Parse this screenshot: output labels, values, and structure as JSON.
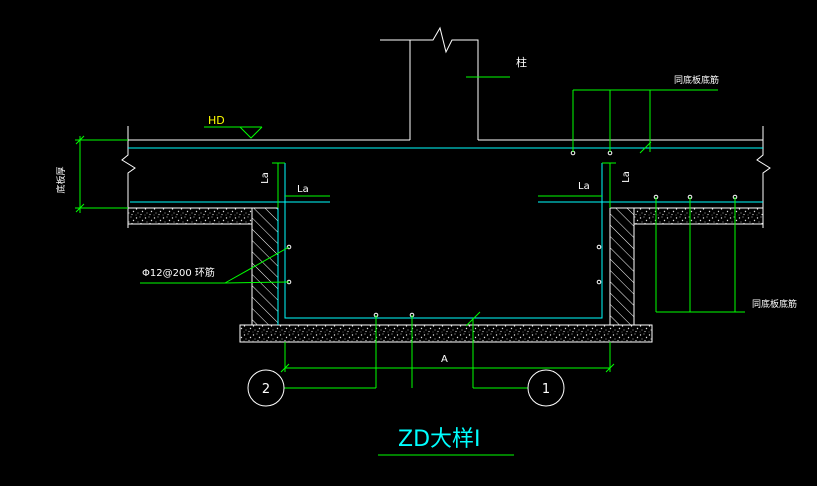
{
  "drawing": {
    "title": "ZD大样I",
    "labels": {
      "column": "柱",
      "hd": "HD",
      "slab_thickness": "底板厚",
      "la_left_vertical": "La",
      "la_left_horizontal": "La",
      "la_right_horizontal": "La",
      "la_right_vertical": "La",
      "bottom_bars_top": "同底板底筋",
      "bottom_bars_right": "同底板底筋",
      "ring_bar": "Φ12@200 环筋",
      "dim_a": "A"
    },
    "callouts": [
      {
        "number": "2"
      },
      {
        "number": "1"
      }
    ]
  },
  "colors": {
    "background": "#000000",
    "outline": "#ffffff",
    "rebar": "#00ffff",
    "annotation": "#00ff00",
    "text": "#ffffff",
    "label_yellow": "#ffff00",
    "title": "#00ffff"
  }
}
